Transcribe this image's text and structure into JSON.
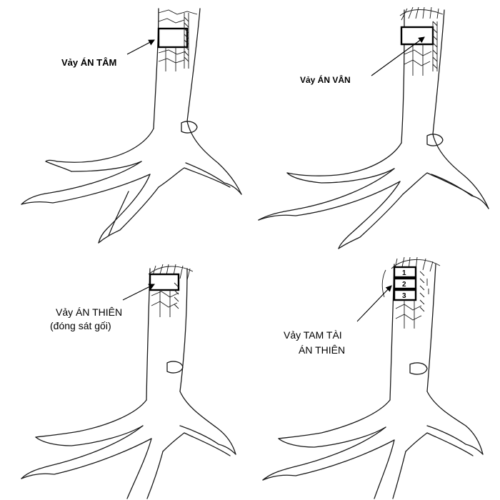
{
  "panels": [
    {
      "id": "an-tam",
      "label_lines": [
        "Vảy ÁN TÂM"
      ]
    },
    {
      "id": "an-van",
      "label_lines": [
        "Vảy ÁN VÂN"
      ]
    },
    {
      "id": "an-thien",
      "label_lines": [
        "Vảy ÁN THIÊN",
        "(đóng sát gối)"
      ]
    },
    {
      "id": "tam-tai-an-thien",
      "label_lines": [
        "Vảy TAM TÀI",
        "ÁN THIÊN"
      ],
      "band_numbers": [
        "1",
        "2",
        "3"
      ]
    }
  ]
}
